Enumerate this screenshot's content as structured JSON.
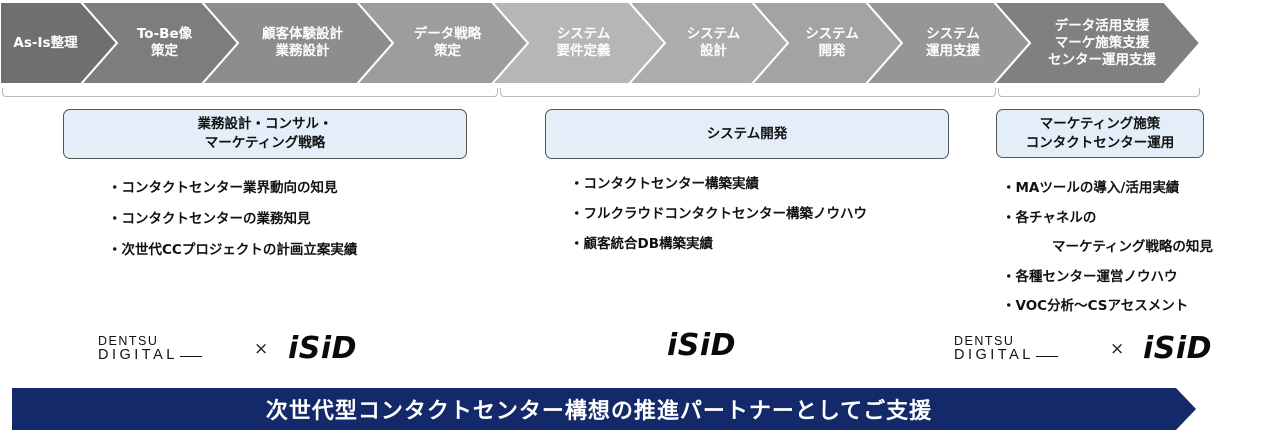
{
  "phases": [
    {
      "label": "As-Is整理",
      "color": "#6f6f6f"
    },
    {
      "label": "To-Be像\n策定",
      "color": "#7d7d7d"
    },
    {
      "label": "顧客体験設計\n業務設計",
      "color": "#8d8d8d"
    },
    {
      "label": "データ戦略\n策定",
      "color": "#9d9d9d"
    },
    {
      "label": "システム\n要件定義",
      "color": "#b6b6b6"
    },
    {
      "label": "システム\n設計",
      "color": "#acacac"
    },
    {
      "label": "システム\n開発",
      "color": "#a3a3a3"
    },
    {
      "label": "システム\n運用支援",
      "color": "#969696"
    },
    {
      "label": "データ活用支援\nマーケ施策支援\nセンター運用支援",
      "color": "#808080"
    }
  ],
  "categories": [
    {
      "title": "業務設計・コンサル・\nマーケティング戦略",
      "bullets": [
        "コンタクトセンター業界動向の知見",
        "コンタクトセンターの業務知見",
        "次世代CCプロジェクトの計画立案実績"
      ],
      "logos": {
        "dentsu_line1": "DENTSU",
        "dentsu_line2": "DIGITAL",
        "times": "×",
        "isid": "iSiD"
      }
    },
    {
      "title": "システム開発",
      "bullets": [
        "コンタクトセンター構築実績",
        "フルクラウドコンタクトセンター構築ノウハウ",
        "顧客統合DB構築実績"
      ],
      "logos": {
        "isid": "iSiD"
      }
    },
    {
      "title": "マーケティング施策\nコンタクトセンター運用",
      "bullets": [
        "MAツールの導入/活用実績",
        "各チャネルの",
        "マーケティング戦略の知見",
        "各種センター運営ノウハウ",
        "VOC分析～CSアセスメント"
      ],
      "logos": {
        "dentsu_line1": "DENTSU",
        "dentsu_line2": "DIGITAL",
        "times": "×",
        "isid": "iSiD"
      }
    }
  ],
  "banner": {
    "text": "次世代型コンタクトセンター構想の推進パートナーとしてご支援",
    "color": "#13296a"
  }
}
